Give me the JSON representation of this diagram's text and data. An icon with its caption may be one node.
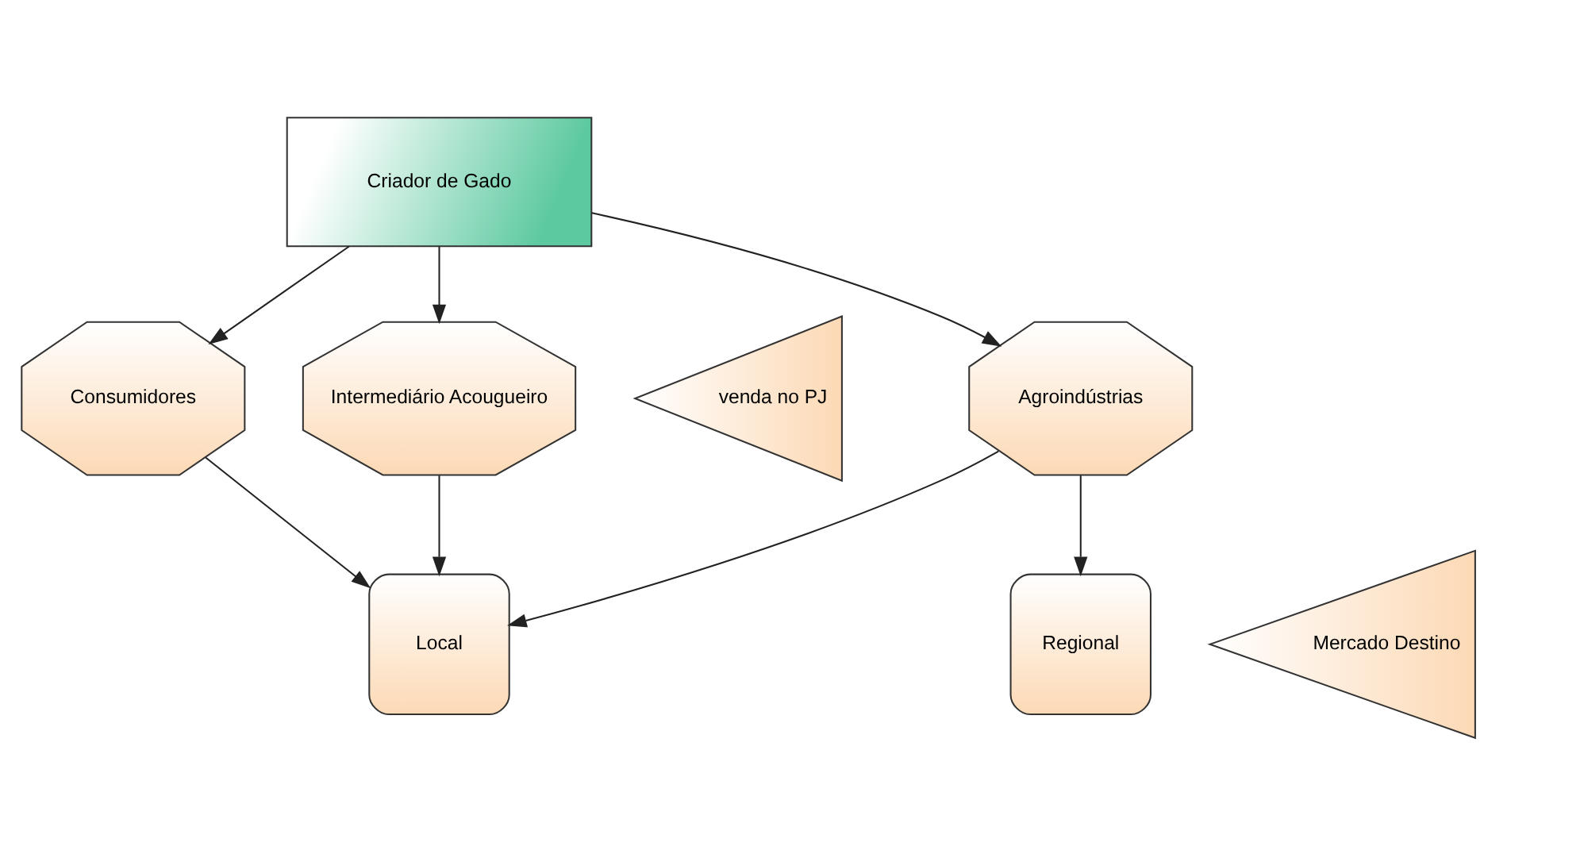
{
  "diagram": {
    "nodes": [
      {
        "text": [
          "Criador de Gado"
        ]
      },
      {
        "text": [
          "Consumidores"
        ]
      },
      {
        "text": [
          "Agroindústrias"
        ]
      },
      {
        "text": [
          "Intermediário Acougueiro"
        ]
      },
      {
        "text": [
          "venda no PJ"
        ]
      },
      {
        "text": [
          "Local"
        ]
      },
      {
        "text": [
          "Regional"
        ]
      },
      {
        "text": [
          "Mercado Destino"
        ]
      }
    ],
    "edges": [
      {
        "from": 0,
        "to": 1,
        "arrow": "to"
      },
      {
        "from": 0,
        "to": 2,
        "arrow": "to"
      },
      {
        "from": 0,
        "to": 3,
        "arrow": "to"
      },
      {
        "from": 1,
        "to": 5,
        "arrow": "to"
      },
      {
        "from": 2,
        "to": 5,
        "arrow": "to"
      },
      {
        "from": 2,
        "to": 6,
        "arrow": "to"
      },
      {
        "from": 3,
        "to": 5,
        "arrow": "to"
      }
    ]
  }
}
